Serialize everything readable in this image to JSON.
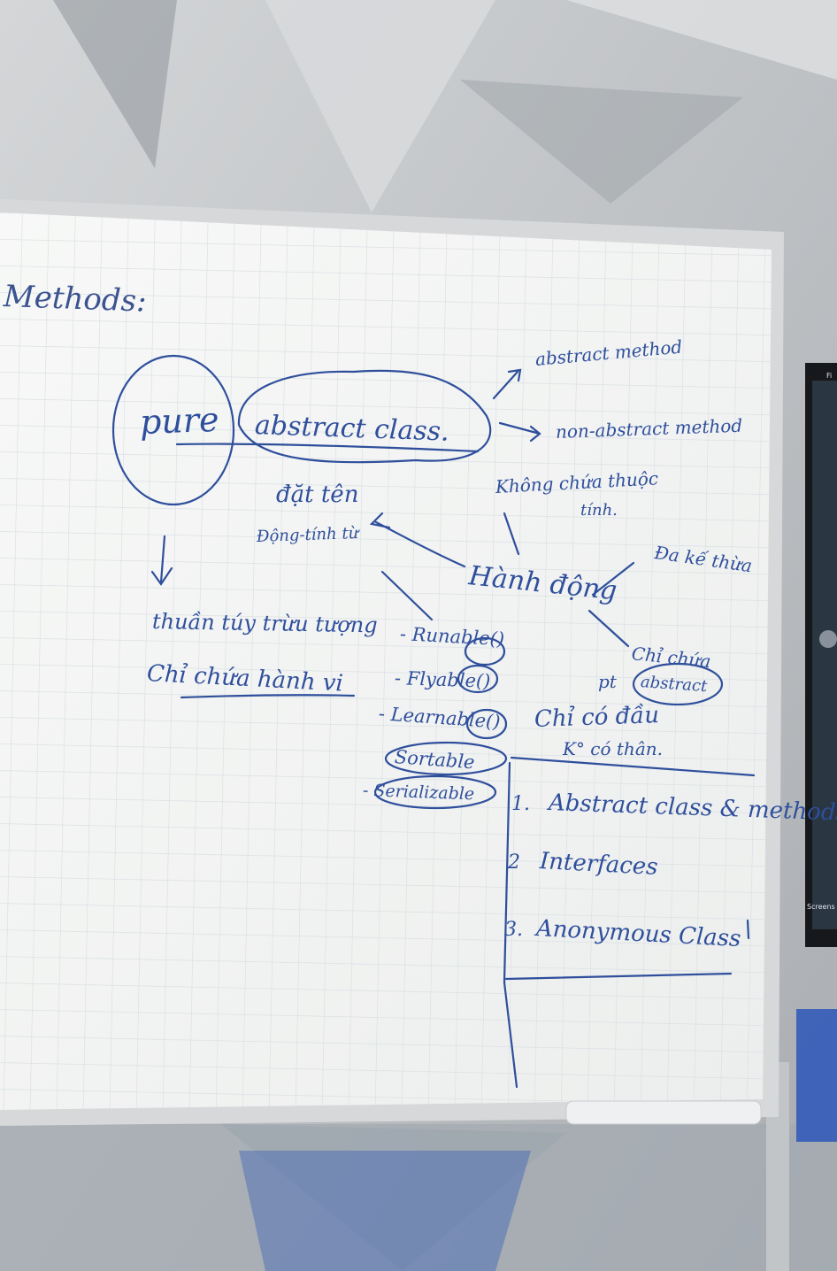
{
  "scene": {
    "wall_color": "#c3c6c9",
    "board_color": "#f6f7f6",
    "grid_color": "#d8dde2",
    "frame_color": "#d9dbdc",
    "ink_color": "#2f4f9c"
  },
  "board": {
    "heading": "Methods:",
    "center": {
      "pure": "pure",
      "abstract_class": "abstract class.",
      "branch_abstract_method": "abstract method",
      "branch_non_abstract_method": "non-abstract method",
      "no_attributes_line1": "Không chứa thuộc",
      "no_attributes_line2": "tính."
    },
    "left": {
      "naming_line1": "đặt tên",
      "naming_line2": "Động-tính từ",
      "pure_meaning": "thuần túy trừu tượng",
      "only_methods": "Chỉ chứa hành vi"
    },
    "interface": {
      "label": "Hành động",
      "multi_inherit": "Đa kế thừa",
      "only_contains": "Chỉ chứa",
      "pt_abstract_prefix": "pt",
      "pt_abstract_circled": "abstract",
      "head_no_body_line1": "Chỉ có đầu",
      "head_no_body_line2": "K° có thân.",
      "examples": [
        "- Runable()",
        "- Flyable()",
        "- Learnable()",
        "Sortable",
        "- Serializable"
      ]
    },
    "topics": [
      {
        "num": "1.",
        "text": "Abstract class & methods"
      },
      {
        "num": "2",
        "text": "Interfaces"
      },
      {
        "num": "3.",
        "text": "Anonymous Class"
      }
    ]
  },
  "monitor": {
    "top_label": "Fi",
    "bottom_label": "Screens S"
  }
}
